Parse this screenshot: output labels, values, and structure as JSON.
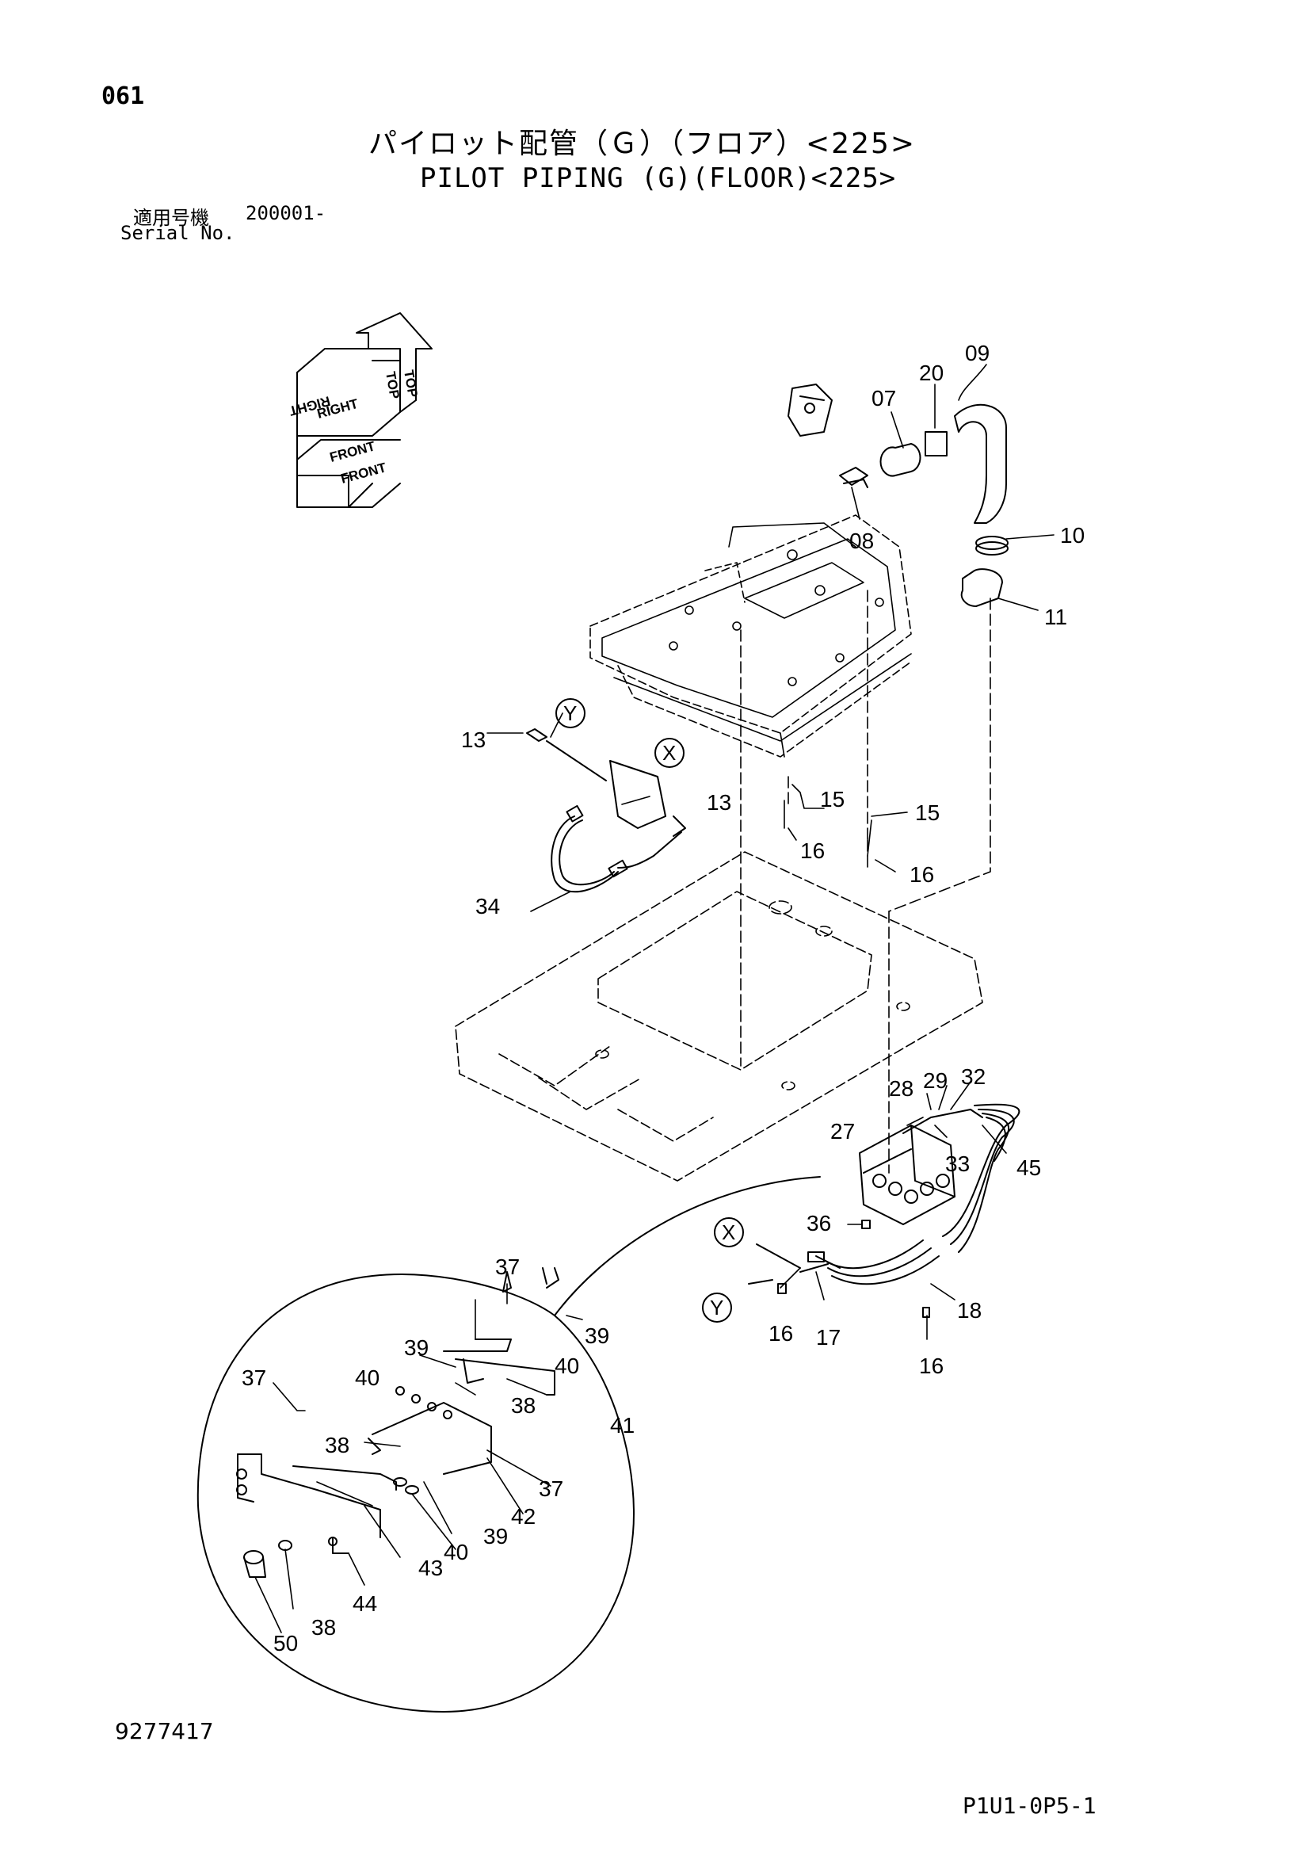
{
  "header": {
    "page_number": "061",
    "title_japanese": "パイロット配管（Ｇ）（フロア）<225>",
    "title_english": "PILOT PIPING (G)(FLOOR)<225>",
    "serial_label_japanese": "適用号機",
    "serial_value": "200001-",
    "serial_label_english": "Serial No."
  },
  "orientation": {
    "top": "TOP",
    "right": "RIGHT",
    "front": "FRONT"
  },
  "markers": {
    "x": "X",
    "y": "Y"
  },
  "callouts": {
    "c09": "09",
    "c20": "20",
    "c07": "07",
    "c08": "08",
    "c10": "10",
    "c11": "11",
    "c13a": "13",
    "c13b": "13",
    "c15a": "15",
    "c15b": "15",
    "c16a": "16",
    "c16b": "16",
    "c34": "34",
    "c28": "28",
    "c29": "29",
    "c32": "32",
    "c27": "27",
    "c33": "33",
    "c45": "45",
    "c36": "36",
    "c16c": "16",
    "c17": "17",
    "c18": "18",
    "c16d": "16",
    "c37a": "37",
    "c39a": "39",
    "c39b": "39",
    "c40a": "40",
    "c37b": "37",
    "c40b": "40",
    "c38a": "38",
    "c41": "41",
    "c38b": "38",
    "c37c": "37",
    "c42": "42",
    "c39c": "39",
    "c40c": "40",
    "c43": "43",
    "c44": "44",
    "c38c": "38",
    "c50": "50"
  },
  "footer": {
    "document_number": "9277417",
    "sheet_code": "P1U1-0P5-1"
  }
}
